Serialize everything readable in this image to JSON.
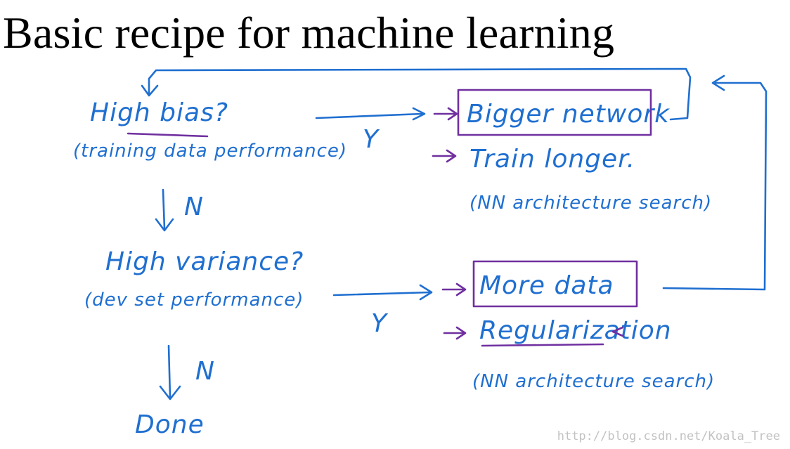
{
  "title": "Basic recipe for machine learning",
  "flow": {
    "q1": {
      "question": "High bias?",
      "detail": "(training data performance)"
    },
    "q2": {
      "question": "High variance?",
      "detail": "(dev set performance)"
    },
    "yes_label": "Y",
    "no_label": "N",
    "done": "Done"
  },
  "remedies": {
    "bias": [
      "Bigger network",
      "Train longer.",
      "(NN architecture search)"
    ],
    "variance": [
      "More data",
      "Regularization",
      "(NN architecture search)"
    ]
  },
  "watermark": "http://blog.csdn.net/Koala_Tree",
  "colors": {
    "ink_blue": "#1f6fd0",
    "ink_purple": "#7030a0",
    "title": "#000000"
  }
}
